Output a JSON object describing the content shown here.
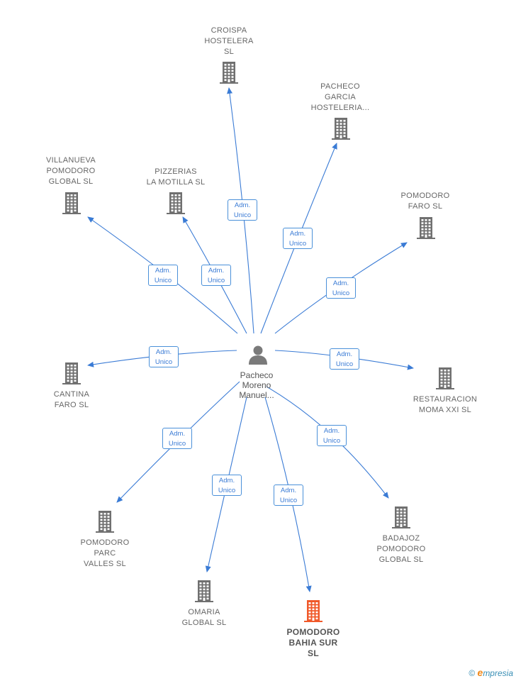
{
  "center": {
    "label": "Pacheco\nMoreno\nManuel..."
  },
  "nodes": [
    {
      "id": "croispa",
      "label": "CROISPA\nHOSTELERA\nSL",
      "highlight": false
    },
    {
      "id": "pacheco-garcia",
      "label": "PACHECO\nGARCIA\nHOSTELERIA...",
      "highlight": false
    },
    {
      "id": "villanueva",
      "label": "VILLANUEVA\nPOMODORO\nGLOBAL SL",
      "highlight": false
    },
    {
      "id": "pizzerias",
      "label": "PIZZERIAS\nLA MOTILLA SL",
      "highlight": false
    },
    {
      "id": "pomodoro-faro",
      "label": "POMODORO\nFARO SL",
      "highlight": false
    },
    {
      "id": "cantina",
      "label": "CANTINA\nFARO SL",
      "highlight": false
    },
    {
      "id": "restauracion",
      "label": "RESTAURACION\nMOMA XXI SL",
      "highlight": false
    },
    {
      "id": "pomodoro-parc",
      "label": "POMODORO\nPARC\nVALLES SL",
      "highlight": false
    },
    {
      "id": "badajoz",
      "label": "BADAJOZ\nPOMODORO\nGLOBAL SL",
      "highlight": false
    },
    {
      "id": "omaria",
      "label": "OMARIA\nGLOBAL SL",
      "highlight": false
    },
    {
      "id": "pomodoro-bahia",
      "label": "POMODORO\nBAHIA SUR\nSL",
      "highlight": true
    }
  ],
  "edge_label": "Adm.\nUnico",
  "colors": {
    "edge": "#3a7bd5",
    "building": "#707070",
    "highlight": "#f0592a"
  },
  "footer": {
    "copyright": "©",
    "brand_e": "e",
    "brand_rest": "mpresia"
  }
}
